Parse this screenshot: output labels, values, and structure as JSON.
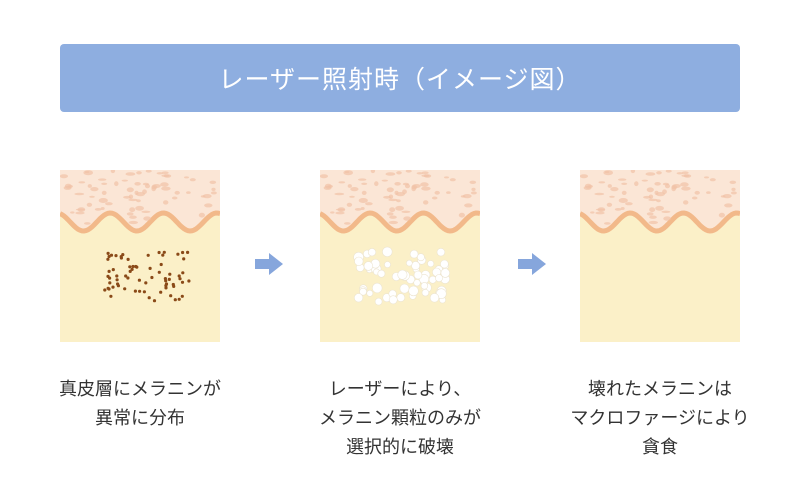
{
  "banner": {
    "title": "レーザー照射時（イメージ図）"
  },
  "colors": {
    "banner_bg": "#8eaee0",
    "arrow": "#86a6dc",
    "dermis": "#fbf0c8",
    "epidermis": "#fbe6d6",
    "basal_layer": "#f2b98a",
    "melanin": "#8a4a18",
    "broken_melanin": "#ffffff"
  },
  "steps": [
    {
      "caption_lines": [
        "真皮層にメラニンが",
        "異常に分布"
      ],
      "particles": "melanin"
    },
    {
      "caption_lines": [
        "レーザーにより、",
        "メラニン顆粒のみが",
        "選択的に破壊"
      ],
      "particles": "broken"
    },
    {
      "caption_lines": [
        "壊れたメラニンは",
        "マクロファージにより",
        "貪食"
      ],
      "particles": "none"
    }
  ],
  "icons": {
    "arrow": "right-arrow-icon"
  }
}
